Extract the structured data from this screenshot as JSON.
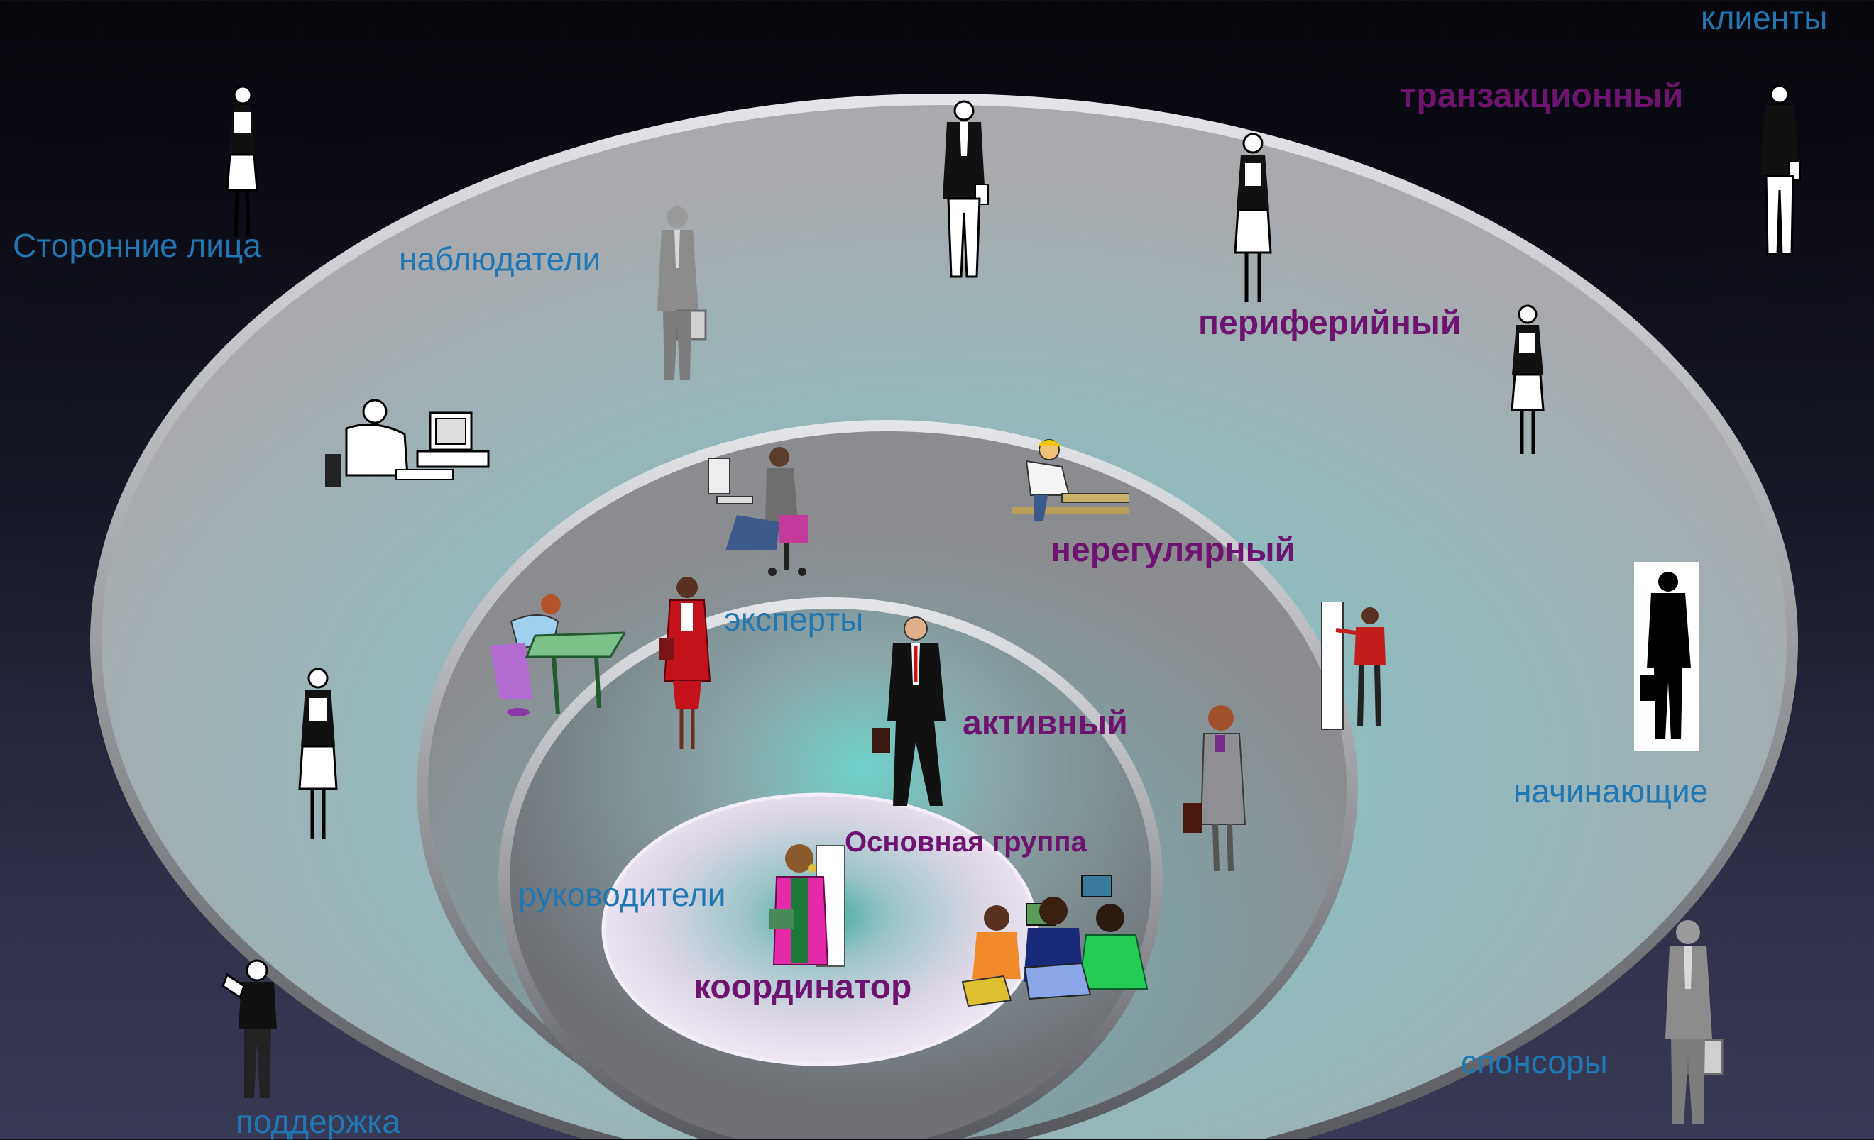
{
  "diagram": {
    "rings": [
      {
        "name": "outer",
        "fill": "#a7a9ad"
      },
      {
        "name": "middle",
        "fill": "#8d8f94"
      },
      {
        "name": "inner",
        "fill": "#7b7d82"
      },
      {
        "name": "core",
        "fill": "#dcd6e4"
      }
    ],
    "levels": {
      "transactional": "транзакционный",
      "peripheral": "периферийный",
      "irregular": "нерегулярный",
      "active": "активный",
      "core_group": "Основная группа",
      "coordinator": "координатор"
    },
    "roles": {
      "clients": "клиенты",
      "outsiders": "Сторонние лица",
      "observers": "наблюдатели",
      "experts": "эксперты",
      "beginners": "начинающие",
      "leaders": "руководители",
      "sponsors": "спонсоры",
      "support": "поддержка"
    },
    "colors": {
      "role_text": "#1f77b4",
      "level_text": "#6e1470",
      "background_top": "#05050b",
      "background_bottom": "#383a55",
      "glow": "#6fd1c8"
    },
    "icons": [
      "woman-figure-icon",
      "businessman-figure-icon",
      "grey-businessman-icon",
      "computer-worker-icon",
      "engineer-drafting-icon",
      "architect-desk-icon",
      "businesswoman-red-icon",
      "businessman-walking-icon",
      "presenter-board-icon",
      "woman-suitcase-icon",
      "black-silhouette-icon",
      "woman-phone-icon",
      "team-meeting-icon",
      "support-worker-icon"
    ]
  }
}
